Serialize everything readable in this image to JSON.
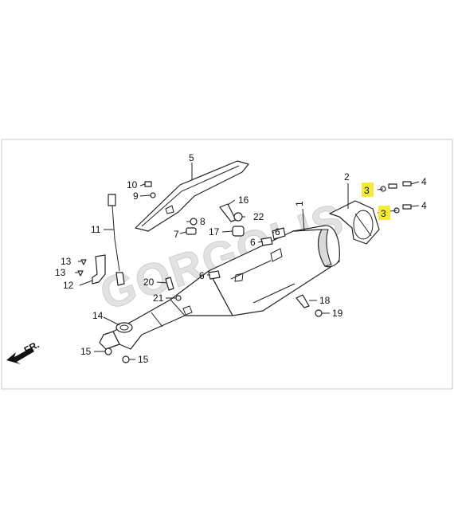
{
  "watermark": "GORGOLIS",
  "direction_label": "FR.",
  "highlight_color": "#f4ea3a",
  "callouts": {
    "p1": "1",
    "p2": "2",
    "p3a": "3",
    "p3b": "3",
    "p4a": "4",
    "p4b": "4",
    "p5": "5",
    "p6a": "6",
    "p6b": "6",
    "p6c": "6",
    "p7": "7",
    "p8": "8",
    "p9": "9",
    "p10": "10",
    "p11": "11",
    "p12": "12",
    "p13a": "13",
    "p13b": "13",
    "p14": "14",
    "p15a": "15",
    "p15b": "15",
    "p16": "16",
    "p17": "17",
    "p18": "18",
    "p19": "19",
    "p20": "20",
    "p21": "21",
    "p22": "22"
  }
}
